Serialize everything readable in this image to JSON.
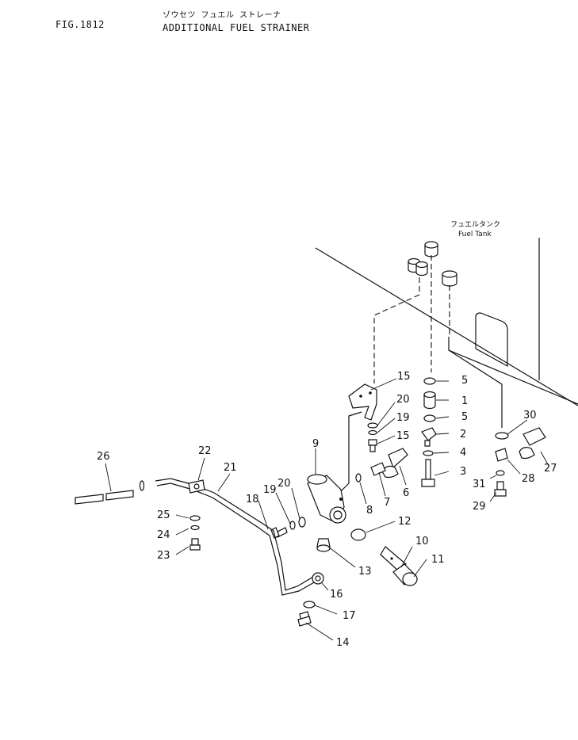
{
  "header": {
    "fig_number": "FIG.1812",
    "title_jp": "ゾウセツ フュエル ストレーナ",
    "title_en": "ADDITIONAL FUEL STRAINER"
  },
  "tank_label": {
    "jp": "フュエルタンク",
    "en": "Fuel Tank"
  },
  "callouts": [
    "1",
    "2",
    "3",
    "4",
    "5",
    "5",
    "6",
    "7",
    "8",
    "9",
    "10",
    "11",
    "12",
    "13",
    "14",
    "15",
    "15",
    "16",
    "17",
    "18",
    "19",
    "19",
    "20",
    "20",
    "21",
    "22",
    "23",
    "24",
    "25",
    "26",
    "27",
    "28",
    "29",
    "30",
    "31"
  ]
}
